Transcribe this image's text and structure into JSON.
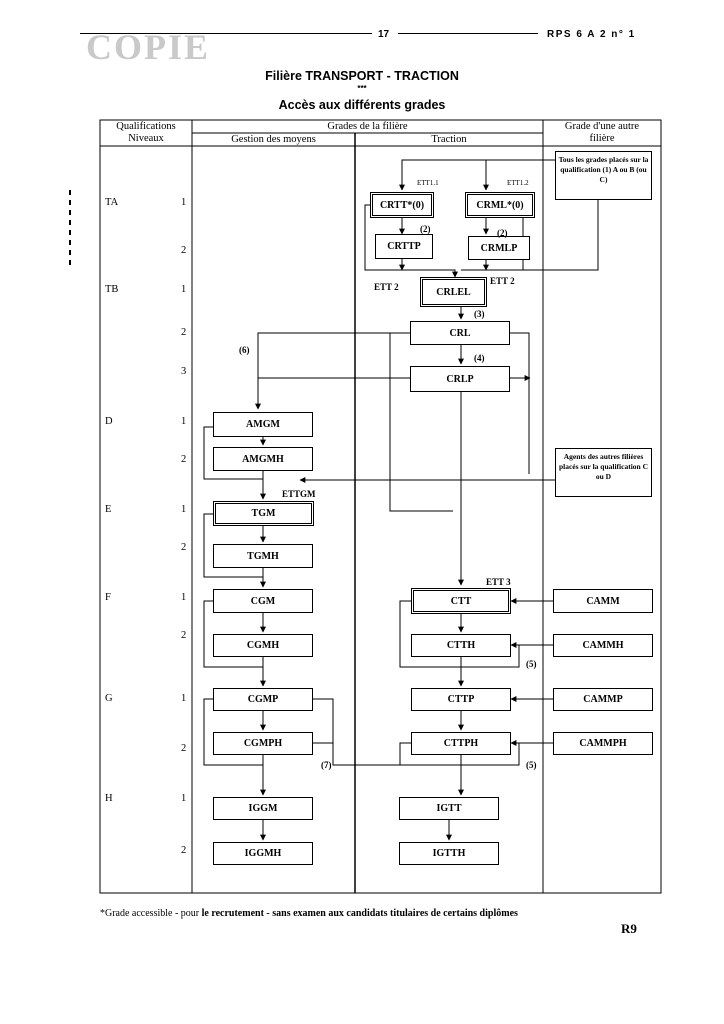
{
  "header": {
    "watermark": "COPIE",
    "page_number": "17",
    "reference": "RPS 6 A 2 n° 1"
  },
  "title": {
    "main": "Filière TRANSPORT - TRACTION",
    "stars": "***",
    "sub": "Accès aux différents grades"
  },
  "table": {
    "col_qualif": "Qualifications\nNiveaux",
    "col_grades": "Grades de la filière",
    "col_gestion": "Gestion des moyens",
    "col_traction": "Traction",
    "col_autre": "Grade d'une autre\nfilière",
    "rows": [
      {
        "q": "TA",
        "n": "1"
      },
      {
        "q": "",
        "n": "2"
      },
      {
        "q": "TB",
        "n": "1"
      },
      {
        "q": "",
        "n": "2"
      },
      {
        "q": "",
        "n": "3"
      },
      {
        "q": "D",
        "n": "1"
      },
      {
        "q": "",
        "n": "2"
      },
      {
        "q": "E",
        "n": "1"
      },
      {
        "q": "",
        "n": "2"
      },
      {
        "q": "F",
        "n": "1"
      },
      {
        "q": "",
        "n": "2"
      },
      {
        "q": "G",
        "n": "1"
      },
      {
        "q": "",
        "n": "2"
      },
      {
        "q": "H",
        "n": "1"
      },
      {
        "q": "",
        "n": "2"
      }
    ]
  },
  "grades": {
    "crtt": "CRTT*(0)",
    "crml": "CRML*(0)",
    "crttp": "CRTTP",
    "crmlp": "CRMLP",
    "crlel": "CRLEL",
    "crl": "CRL",
    "crlp": "CRLP",
    "amgm": "AMGM",
    "amgmh": "AMGMH",
    "tgm": "TGM",
    "tgmh": "TGMH",
    "cgm": "CGM",
    "cgmh": "CGMH",
    "cgmp": "CGMP",
    "cgmph": "CGMPH",
    "iggm": "IGGM",
    "iggmh": "IGGMH",
    "ctt": "CTT",
    "ctth": "CTTH",
    "cttp": "CTTP",
    "cttph": "CTTPH",
    "igtt": "IGTT",
    "igtth": "IGTTH",
    "camm": "CAMM",
    "cammh": "CAMMH",
    "cammp": "CAMMP",
    "cammph": "CAMMPH"
  },
  "notes": {
    "tous_grades": "Tous les grades placés sur la qualification (1) A ou B (ou C)",
    "agents": "Agents des autres filières placés sur la qualification C ou D"
  },
  "labels": {
    "ett11": "ETT1.1",
    "ett12": "ETT1.2",
    "ett2_left": "ETT 2",
    "ett2_right": "ETT 2",
    "ettgm": "ETTGM",
    "ett3": "ETT 3",
    "n2a": "(2)",
    "n2b": "(2)",
    "n3": "(3)",
    "n4": "(4)",
    "n5a": "(5)",
    "n5b": "(5)",
    "n6": "(6)",
    "n7": "(7)"
  },
  "footer": {
    "note_start": "*Grade accessible - pour ",
    "note_bold": "le recrutement - sans examen aux candidats titulaires de certains diplômes",
    "page_tag": "R9"
  }
}
